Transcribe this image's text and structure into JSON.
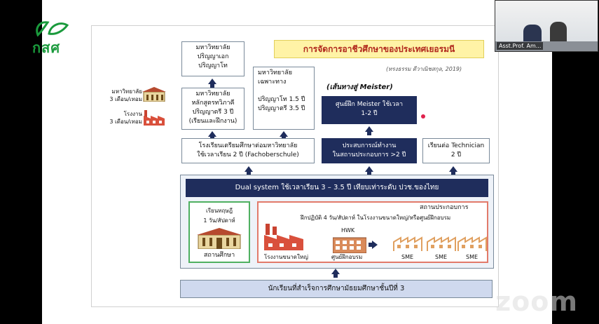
{
  "logo": {
    "text": "กสศ"
  },
  "video": {
    "participant_name": "Asst.Prof. Am..."
  },
  "watermark": {
    "text": "zoom"
  },
  "slide": {
    "title": "การจัดการอาชีวศึกษาของประเทศเยอรมนี",
    "citation": "(ทรงธรรม ดีวาณิชสกุล, 2019)",
    "meister_path": "(เส้นทางสู่ Meister)",
    "left_labels": {
      "university": "มหาวิทยาลัย",
      "university_duration": "3 เดือน/เทอม",
      "factory": "โรงงาน",
      "factory_duration": "3 เดือน/เทอม"
    },
    "box_grad": {
      "l1": "มหาวิทยาลัย",
      "l2": "ปริญญาเอก",
      "l3": "ปริญญาโท"
    },
    "box_dual_uni": {
      "l1": "มหาวิทยาลัย",
      "l2": "หลักสูตรทวิภาคี",
      "l3": "ปริญญาตรี 3 ปี",
      "l4": "(เรียนและฝึกงาน)"
    },
    "box_specific_uni": {
      "l1": "มหาวิทยาลัย",
      "l2": "เฉพาะทาง",
      "l3": "ปริญญาโท 1.5 ปี",
      "l4": "ปริญญาตรี 3.5 ปี"
    },
    "box_meister": {
      "l1": "ศูนย์ฝึก Meister ใช้เวลา",
      "l2": "1-2 ปี"
    },
    "box_prep_school": {
      "l1": "โรงเรียนเตรียมศึกษาต่อมหาวิทยาลัย",
      "l2": "ใช้เวลาเรียน 2 ปี (Fachoberschule)"
    },
    "box_experience": {
      "l1": "ประสบการณ์ทำงาน",
      "l2": "ในสถานประกอบการ >2 ปี"
    },
    "box_technician": {
      "l1": "เรียนต่อ Technician",
      "l2": "2 ปี"
    },
    "dual_system": "Dual system ใช้เวลาเรียน 3 – 3.5 ปี เทียบเท่าระดับ ปวช.ของไทย",
    "theory": {
      "l1": "เรียนทฤษฎี",
      "l2": "1 วัน/สัปดาห์",
      "school_label": "สถานศึกษา"
    },
    "workplace": {
      "title": "สถานประกอบการ",
      "desc": "ฝึกปฏิบัติ 4 วัน/สัปดาห์ ในโรงงานขนาดใหญ่/หรือศูนย์ฝึกอบรม",
      "big_factory": "โรงงานขนาดใหญ่",
      "hwk": "HWK",
      "training_center": "ศูนย์ฝึกอบรม",
      "sme_labels": [
        "SME",
        "SME",
        "SME"
      ]
    },
    "bottom": "นักเรียนที่สำเร็จการศึกษามัธยมศึกษาชั้นปีที่ 3"
  }
}
